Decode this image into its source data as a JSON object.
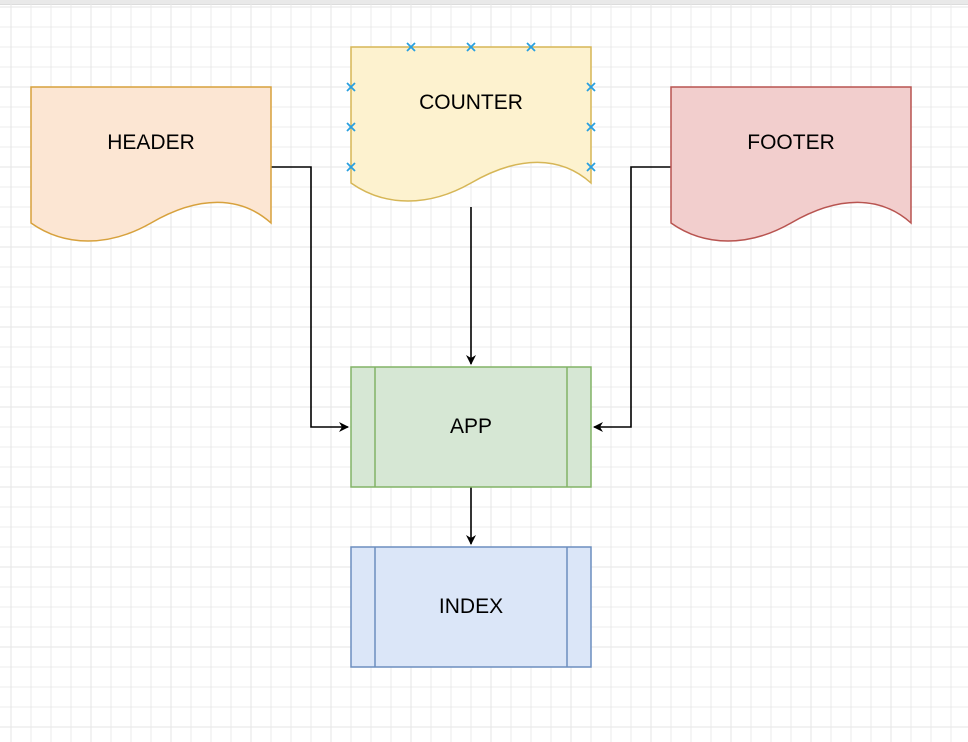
{
  "diagram": {
    "nodes": [
      {
        "id": "header",
        "label": "HEADER",
        "shape": "document",
        "fill": "#fce6d3",
        "stroke": "#d7a13c"
      },
      {
        "id": "counter",
        "label": "COUNTER",
        "shape": "document",
        "fill": "#fdf2cf",
        "stroke": "#d6b656",
        "selected": true
      },
      {
        "id": "footer",
        "label": "FOOTER",
        "shape": "document",
        "fill": "#f2cecd",
        "stroke": "#b85450"
      },
      {
        "id": "app",
        "label": "APP",
        "shape": "process",
        "fill": "#d6e7d4",
        "stroke": "#82b366"
      },
      {
        "id": "index",
        "label": "INDEX",
        "shape": "process",
        "fill": "#dbe6f8",
        "stroke": "#6c8ebf"
      }
    ],
    "edges": [
      {
        "from": "header",
        "to": "app"
      },
      {
        "from": "counter",
        "to": "app"
      },
      {
        "from": "footer",
        "to": "app"
      },
      {
        "from": "app",
        "to": "index"
      }
    ],
    "colors": {
      "grid_line": "#e6e6e6",
      "edge": "#000000",
      "selection_handle": "#29a0e0"
    }
  }
}
